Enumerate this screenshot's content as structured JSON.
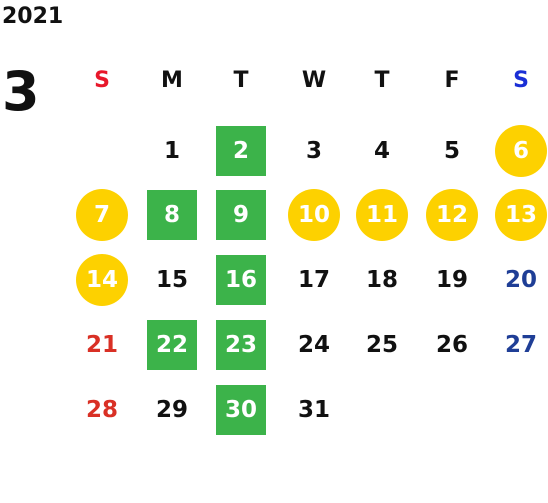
{
  "year": "2021",
  "month": "3",
  "weekdays": [
    {
      "label": "S",
      "color": "#e8182b"
    },
    {
      "label": "M",
      "color": "#111111"
    },
    {
      "label": "T",
      "color": "#111111"
    },
    {
      "label": "W",
      "color": "#111111"
    },
    {
      "label": "T",
      "color": "#111111"
    },
    {
      "label": "F",
      "color": "#111111"
    },
    {
      "label": "S",
      "color": "#1a2fd6"
    }
  ],
  "colors": {
    "green_highlight": "#3cb34a",
    "yellow_highlight": "#fdd100",
    "sunday_red": "#d93025",
    "saturday_blue": "#1f3e96"
  },
  "weeks": [
    [
      null,
      {
        "d": "1"
      },
      {
        "d": "2",
        "mark": "green"
      },
      {
        "d": "3"
      },
      {
        "d": "4"
      },
      {
        "d": "5"
      },
      {
        "d": "6",
        "mark": "yellow"
      }
    ],
    [
      {
        "d": "7",
        "mark": "yellow"
      },
      {
        "d": "8",
        "mark": "green"
      },
      {
        "d": "9",
        "mark": "green"
      },
      {
        "d": "10",
        "mark": "yellow"
      },
      {
        "d": "11",
        "mark": "yellow"
      },
      {
        "d": "12",
        "mark": "yellow"
      },
      {
        "d": "13",
        "mark": "yellow"
      }
    ],
    [
      {
        "d": "14",
        "mark": "yellow"
      },
      {
        "d": "15"
      },
      {
        "d": "16",
        "mark": "green"
      },
      {
        "d": "17"
      },
      {
        "d": "18"
      },
      {
        "d": "19"
      },
      {
        "d": "20",
        "tone": "blue"
      }
    ],
    [
      {
        "d": "21",
        "tone": "red"
      },
      {
        "d": "22",
        "mark": "green"
      },
      {
        "d": "23",
        "mark": "green"
      },
      {
        "d": "24"
      },
      {
        "d": "25"
      },
      {
        "d": "26"
      },
      {
        "d": "27",
        "tone": "blue"
      }
    ],
    [
      {
        "d": "28",
        "tone": "red"
      },
      {
        "d": "29"
      },
      {
        "d": "30",
        "mark": "green"
      },
      {
        "d": "31"
      },
      null,
      null,
      null
    ]
  ]
}
